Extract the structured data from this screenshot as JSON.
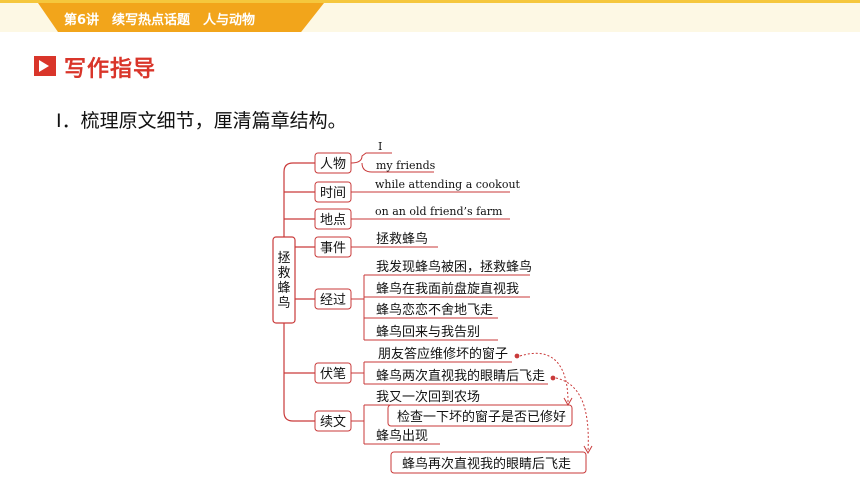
{
  "header": {
    "lesson": "第6讲　续写热点话题　人与动物"
  },
  "section": {
    "icon": "play-icon",
    "title": "写作指导"
  },
  "subtitle": "Ⅰ．梳理原文细节，厘清篇章结构。",
  "mindmap": {
    "root": "拯救蜂鸟",
    "nodes": {
      "characters": "人物",
      "time": "时间",
      "place": "地点",
      "event": "事件",
      "process": "经过",
      "foreshadow": "伏笔",
      "continuation": "续文"
    },
    "leaves": {
      "characters": [
        "I",
        "my friends"
      ],
      "time": "while attending a cookout",
      "place": "on an old friend’s farm",
      "event": "拯救蜂鸟",
      "process": [
        "我发现蜂鸟被困，拯救蜂鸟",
        "蜂鸟在我面前盘旋直视我",
        "蜂鸟恋恋不舍地飞走",
        "蜂鸟回来与我告别"
      ],
      "foreshadow": [
        "朋友答应维修坏的窗子",
        "蜂鸟两次直视我的眼睛后飞走"
      ],
      "continuation": [
        "我又一次回到农场",
        "检查一下坏的窗子是否已修好",
        "蜂鸟出现",
        "蜂鸟再次直视我的眼睛后飞走"
      ]
    },
    "colors": {
      "accent": "#c93a3a",
      "header": "#f2a51b"
    }
  }
}
